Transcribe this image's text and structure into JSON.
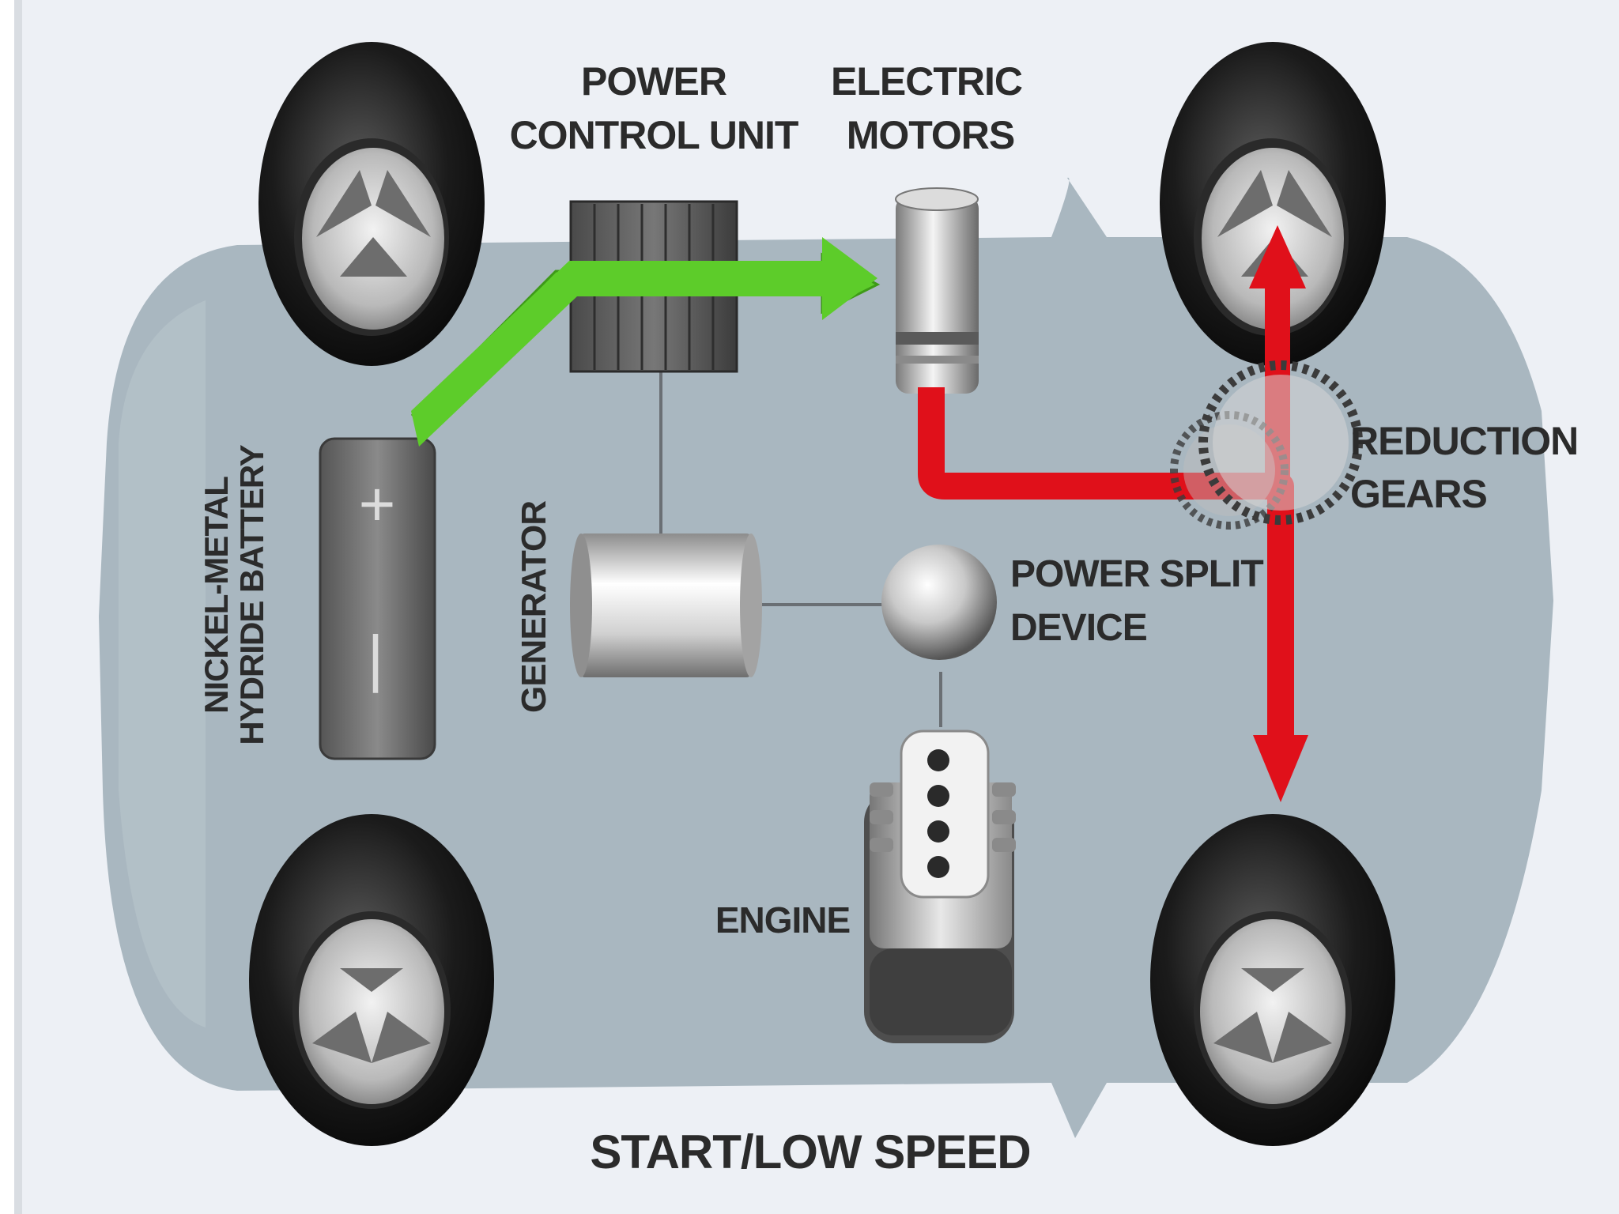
{
  "labels": {
    "power_control_unit": [
      "POWER",
      "CONTROL UNIT"
    ],
    "electric_motors": [
      "ELECTRIC",
      "MOTORS"
    ],
    "battery": [
      "NICKEL-METAL",
      "HYDRIDE BATTERY"
    ],
    "generator": "GENERATOR",
    "reduction_gears": [
      "REDUCTION",
      "GEARS"
    ],
    "power_split_device": [
      "POWER SPLIT",
      "DEVICE"
    ],
    "engine": "ENGINE",
    "battery_plus": "+",
    "battery_minus": "|"
  },
  "caption": "START/LOW SPEED",
  "colors": {
    "background": "#edf0f5",
    "car_body": "#a9b7c0",
    "electric_flow": "#5dcc2a",
    "mechanical_flow": "#e0101a",
    "tire": "#111111",
    "text": "#2b2b2b"
  }
}
